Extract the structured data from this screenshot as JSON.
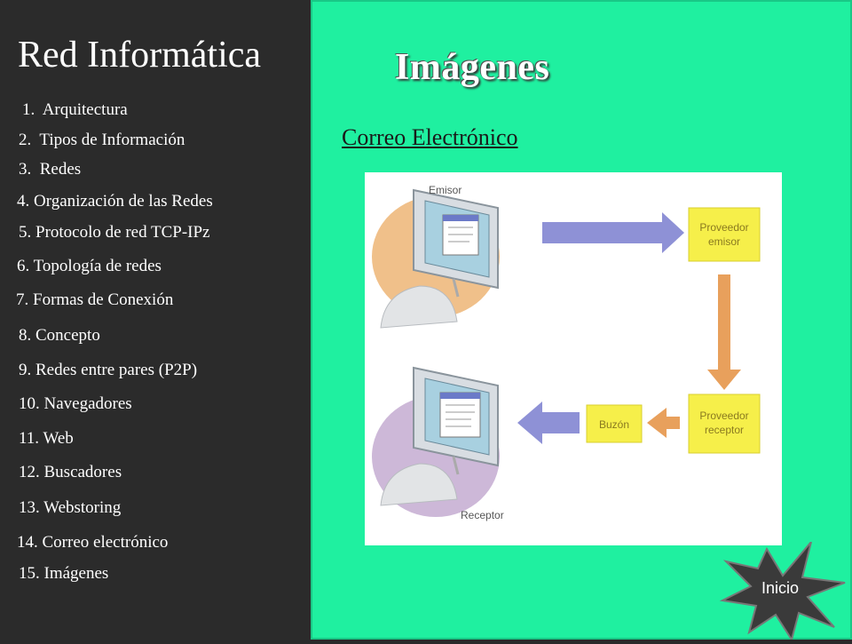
{
  "sidebar": {
    "title": "Red Informática",
    "items": [
      {
        "label": "1.  Arquitectura"
      },
      {
        "label": "2.  Tipos de Información"
      },
      {
        "label": "3.  Redes"
      },
      {
        "label": "4. Organización de las Redes"
      },
      {
        "label": "5. Protocolo de red TCP-IPz"
      },
      {
        "label": "6. Topología de redes"
      },
      {
        "label": "7. Formas de Conexión"
      },
      {
        "label": "8. Concepto"
      },
      {
        "label": "9. Redes entre pares (P2P)"
      },
      {
        "label": "10. Navegadores"
      },
      {
        "label": "11. Web"
      },
      {
        "label": "12. Buscadores"
      },
      {
        "label": "13. Webstoring"
      },
      {
        "label": "14. Correo electrónico"
      },
      {
        "label": "15. Imágenes"
      }
    ]
  },
  "main": {
    "title": "Imágenes",
    "subtitle": "Correo Electrónico",
    "diagram": {
      "sender_label": "Emisor",
      "receiver_label": "Receptor",
      "box_sender_provider_line1": "Proveedor",
      "box_sender_provider_line2": "emisor",
      "box_receiver_provider_line1": "Proveedor",
      "box_receiver_provider_line2": "receptor",
      "box_mailbox": "Buzón"
    },
    "home_button": "Inicio"
  },
  "colors": {
    "sidebar_bg": "#2b2b2b",
    "main_bg": "#1ff0a0",
    "box_fill": "#f6ef4a",
    "arrow_blue": "#6f73c8",
    "arrow_orange": "#e6964a",
    "blob_orange": "#f0c08a",
    "blob_purple": "#cdb8d8"
  }
}
